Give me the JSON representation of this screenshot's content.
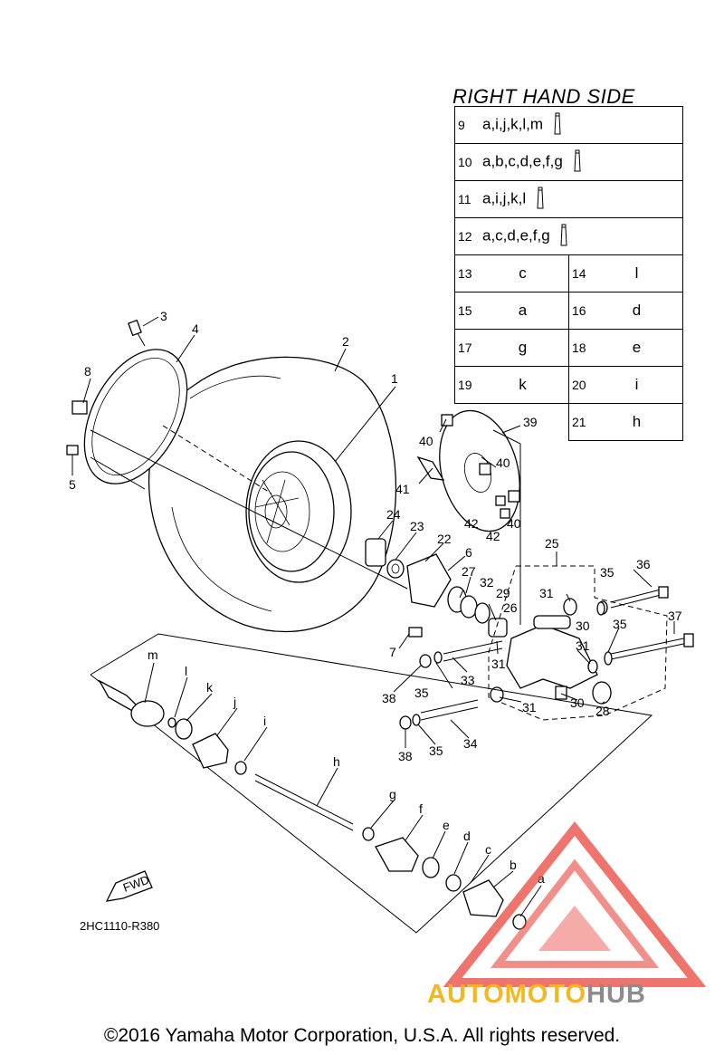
{
  "spec_table": {
    "title": "RIGHT HAND SIDE",
    "wide_rows": [
      {
        "num": "9",
        "parts": "a,i,j,k,l,m"
      },
      {
        "num": "10",
        "parts": "a,b,c,d,e,f,g"
      },
      {
        "num": "11",
        "parts": "a,i,j,k,l"
      },
      {
        "num": "12",
        "parts": "a,c,d,e,f,g"
      }
    ],
    "pair_rows": [
      {
        "left_num": "13",
        "left_val": "c",
        "right_num": "14",
        "right_val": "l"
      },
      {
        "left_num": "15",
        "left_val": "a",
        "right_num": "16",
        "right_val": "d"
      },
      {
        "left_num": "17",
        "left_val": "g",
        "right_num": "18",
        "right_val": "e"
      },
      {
        "left_num": "19",
        "left_val": "k",
        "right_num": "20",
        "right_val": "i"
      }
    ],
    "last_row": {
      "num": "21",
      "val": "h"
    }
  },
  "callouts": {
    "n1": "1",
    "n2": "2",
    "n3": "3",
    "n4": "4",
    "n5": "5",
    "n6": "6",
    "n7": "7",
    "n8": "8",
    "n22": "22",
    "n23": "23",
    "n24": "24",
    "n25": "25",
    "n26": "26",
    "n27": "27",
    "n28": "28",
    "n29": "29",
    "n30a": "30",
    "n30b": "30",
    "n31a": "31",
    "n31b": "31",
    "n31c": "31",
    "n31d": "31",
    "n32": "32",
    "n33": "33",
    "n34": "34",
    "n35a": "35",
    "n35b": "35",
    "n35c": "35",
    "n35d": "35",
    "n36": "36",
    "n37": "37",
    "n38a": "38",
    "n38b": "38",
    "n39": "39",
    "n40a": "40",
    "n40b": "40",
    "n40c": "40",
    "n41": "41",
    "n42a": "42",
    "n42b": "42",
    "la": "a",
    "lb": "b",
    "lc": "c",
    "ld": "d",
    "le": "e",
    "lf": "f",
    "lg": "g",
    "lh": "h",
    "li": "i",
    "lj": "j",
    "lk": "k",
    "ll": "l",
    "lm": "m"
  },
  "fwd_label": "FWD",
  "drawing_code": "2HC1110-R380",
  "copyright": "©2016 Yamaha Motor Corporation, U.S.A. All rights reserved.",
  "watermark": {
    "part1": "AUTOMOTO",
    "part2": "HUB"
  },
  "colors": {
    "watermark_red": "#e8453c",
    "watermark_yellow": "#f5b71f",
    "watermark_gray": "#8c8c8c"
  }
}
